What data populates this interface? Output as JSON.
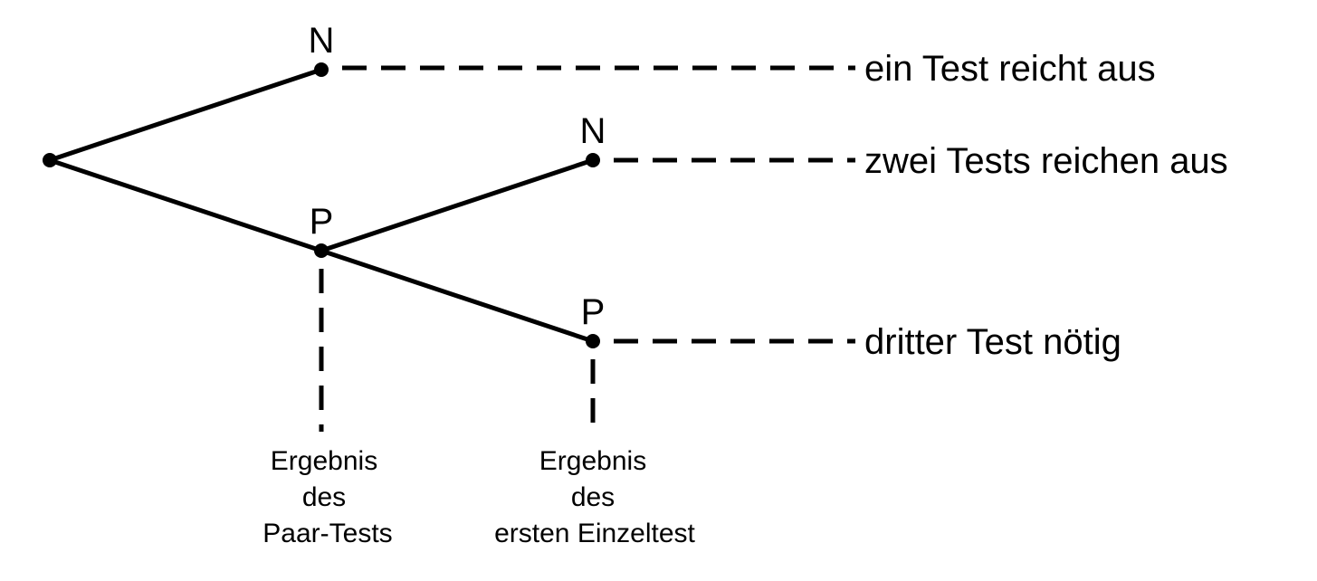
{
  "nodes": {
    "level1_top": {
      "label": "N"
    },
    "level1_bottom": {
      "label": "P"
    },
    "level2_top": {
      "label": "N"
    },
    "level2_bottom": {
      "label": "P"
    }
  },
  "outcomes": {
    "one_test": "ein Test reicht aus",
    "two_tests": "zwei Tests reichen aus",
    "third_test": "dritter Test nötig"
  },
  "captions": {
    "pair_test": {
      "line1": "Ergebnis",
      "line2": "des",
      "line3": "Paar-Tests"
    },
    "first_single_test": {
      "line1": "Ergebnis",
      "line2": "des",
      "line3": "ersten Einzeltest"
    }
  }
}
